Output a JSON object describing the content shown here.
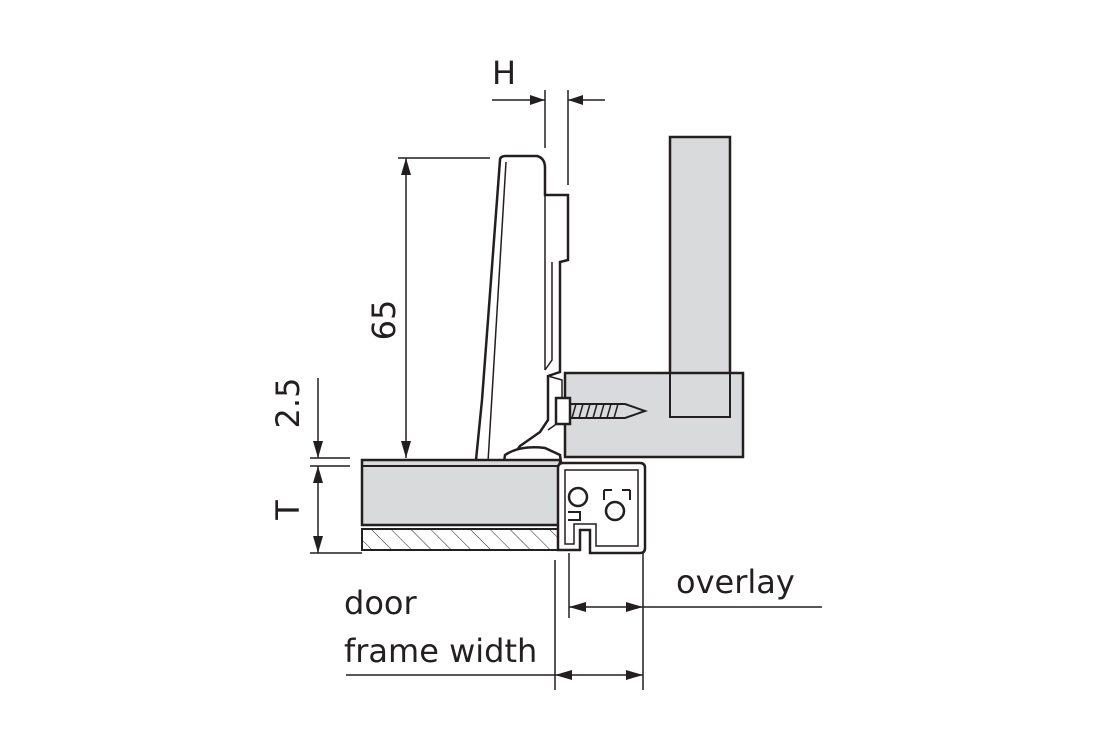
{
  "labels": {
    "h": "H",
    "dim65": "65",
    "dim25": "2.5",
    "t": "T",
    "overlay": "overlay",
    "door_line1": "door",
    "door_line2": "frame width"
  },
  "colors": {
    "line": "#231f20",
    "part_fill": "#d9dadb",
    "background": "#ffffff"
  }
}
